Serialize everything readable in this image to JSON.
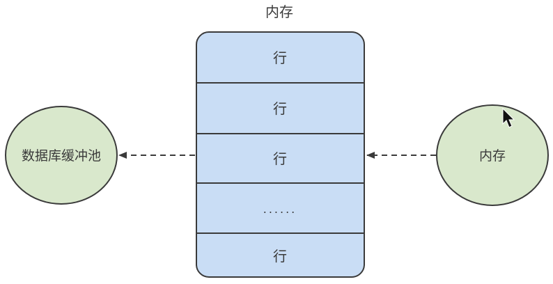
{
  "diagram": {
    "title": "内存",
    "rows": [
      {
        "label": "行"
      },
      {
        "label": "行"
      },
      {
        "label": "行"
      },
      {
        "label": "......"
      },
      {
        "label": "行"
      }
    ],
    "left_node": {
      "label": "数据库缓冲池"
    },
    "right_node": {
      "label": "内存"
    }
  },
  "colors": {
    "row_fill": "#c9ddf5",
    "node_fill": "#d9e8cc",
    "stroke": "#3a3a3a"
  }
}
